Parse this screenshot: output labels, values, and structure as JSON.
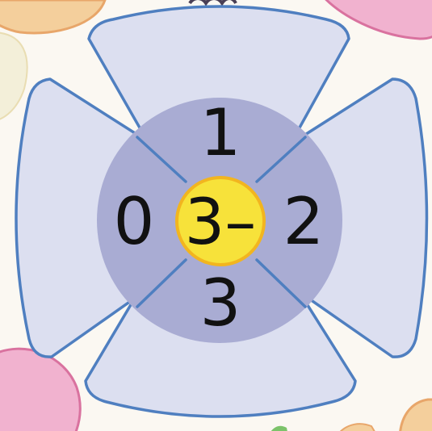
{
  "flower": {
    "center_label": "3–",
    "petal_numbers": {
      "top": "1",
      "right": "2",
      "bottom": "3",
      "left": "0"
    }
  },
  "colors": {
    "background": "#fbf8f2",
    "petal_fill": "#dcdff0",
    "petal_stroke": "#4f7fc0",
    "inner_circle": "#a9acd3",
    "center_fill": "#f7e23a",
    "center_stroke": "#f2b51f",
    "text": "#111111",
    "pink_blob": "#f1b2cf",
    "pink_stroke": "#d9729f",
    "orange_blob": "#f4cf9c",
    "cream_blob": "#f3efd9"
  }
}
